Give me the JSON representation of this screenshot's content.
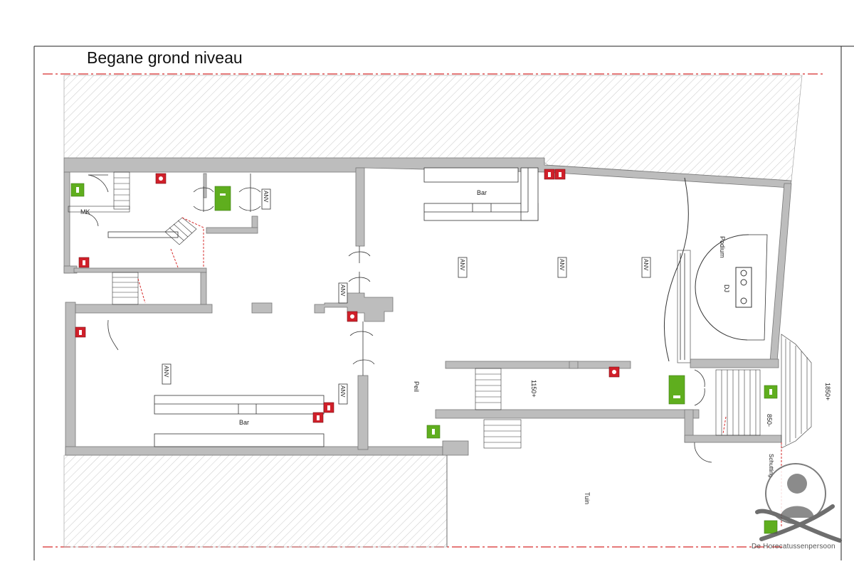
{
  "title": "Begane grond niveau",
  "labels": {
    "mk": "MK",
    "bar_top": "Bar",
    "bar_bottom": "Bar",
    "podium": "Podium",
    "dj": "DJ",
    "peil": "Peil",
    "level_1150": "1150+",
    "level_850": "850-",
    "level_1850": "1850+",
    "schutting": "Schutting",
    "tuin": "Tuin",
    "anv": "ANV"
  },
  "watermark": "De Horecatussenpersoon",
  "colors": {
    "wall": "#bdbdbd",
    "hatch": "#c8c8c8",
    "emergency_exit": "#5fae1e",
    "fire_equipment": "#d0202a",
    "property_line": "#d62b2b"
  },
  "icons": [
    "emergency-exit-sign-icon",
    "fire-extinguisher-icon",
    "fire-hose-reel-icon",
    "door-swing-icon",
    "stairs-icon",
    "chef-fork-knife-logo-icon"
  ]
}
